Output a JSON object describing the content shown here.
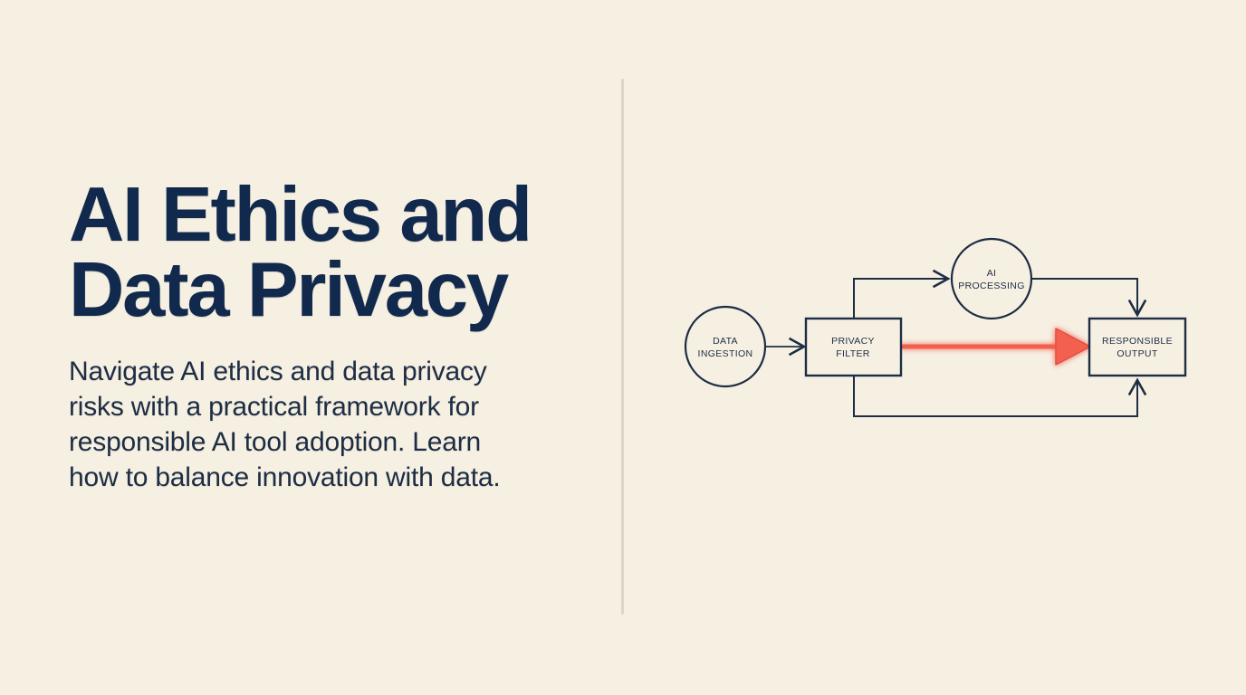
{
  "slide": {
    "background_color": "#f6f0e3",
    "title": "AI Ethics and\nData Privacy",
    "subtitle": "Navigate AI ethics and data privacy\nrisks with a practical framework for\nresponsible AI tool adoption. Learn\nhow to balance innovation with data.",
    "title_color": "#12294e",
    "subtitle_color": "#1d2d44",
    "divider_color": "#dcd6c6"
  },
  "diagram": {
    "stroke_color": "#1d2d44",
    "highlight_color": "#f4604f",
    "highlight_glow_color": "#f9a79b",
    "node_fill": "#f6f0e3",
    "nodes": [
      {
        "id": "data-ingestion",
        "shape": "circle",
        "label_line1": "DATA",
        "label_line2": "INGESTION"
      },
      {
        "id": "privacy-filter",
        "shape": "rectangle",
        "label_line1": "PRIVACY",
        "label_line2": "FILTER"
      },
      {
        "id": "ai-processing",
        "shape": "circle",
        "label_line1": "AI",
        "label_line2": "PROCESSING"
      },
      {
        "id": "responsible-output",
        "shape": "rectangle",
        "label_line1": "RESPONSIBLE",
        "label_line2": "OUTPUT"
      }
    ],
    "connectors": [
      {
        "id": "ingestion-to-filter",
        "from": "data-ingestion",
        "to": "privacy-filter",
        "style": "plain"
      },
      {
        "id": "filter-to-processing",
        "from": "privacy-filter",
        "to": "ai-processing",
        "style": "plain"
      },
      {
        "id": "processing-to-output",
        "from": "ai-processing",
        "to": "responsible-output",
        "style": "plain"
      },
      {
        "id": "filter-to-output",
        "from": "privacy-filter",
        "to": "responsible-output",
        "style": "highlight"
      },
      {
        "id": "feedback-loop",
        "from": "privacy-filter",
        "to": "responsible-output",
        "style": "plain"
      }
    ]
  }
}
